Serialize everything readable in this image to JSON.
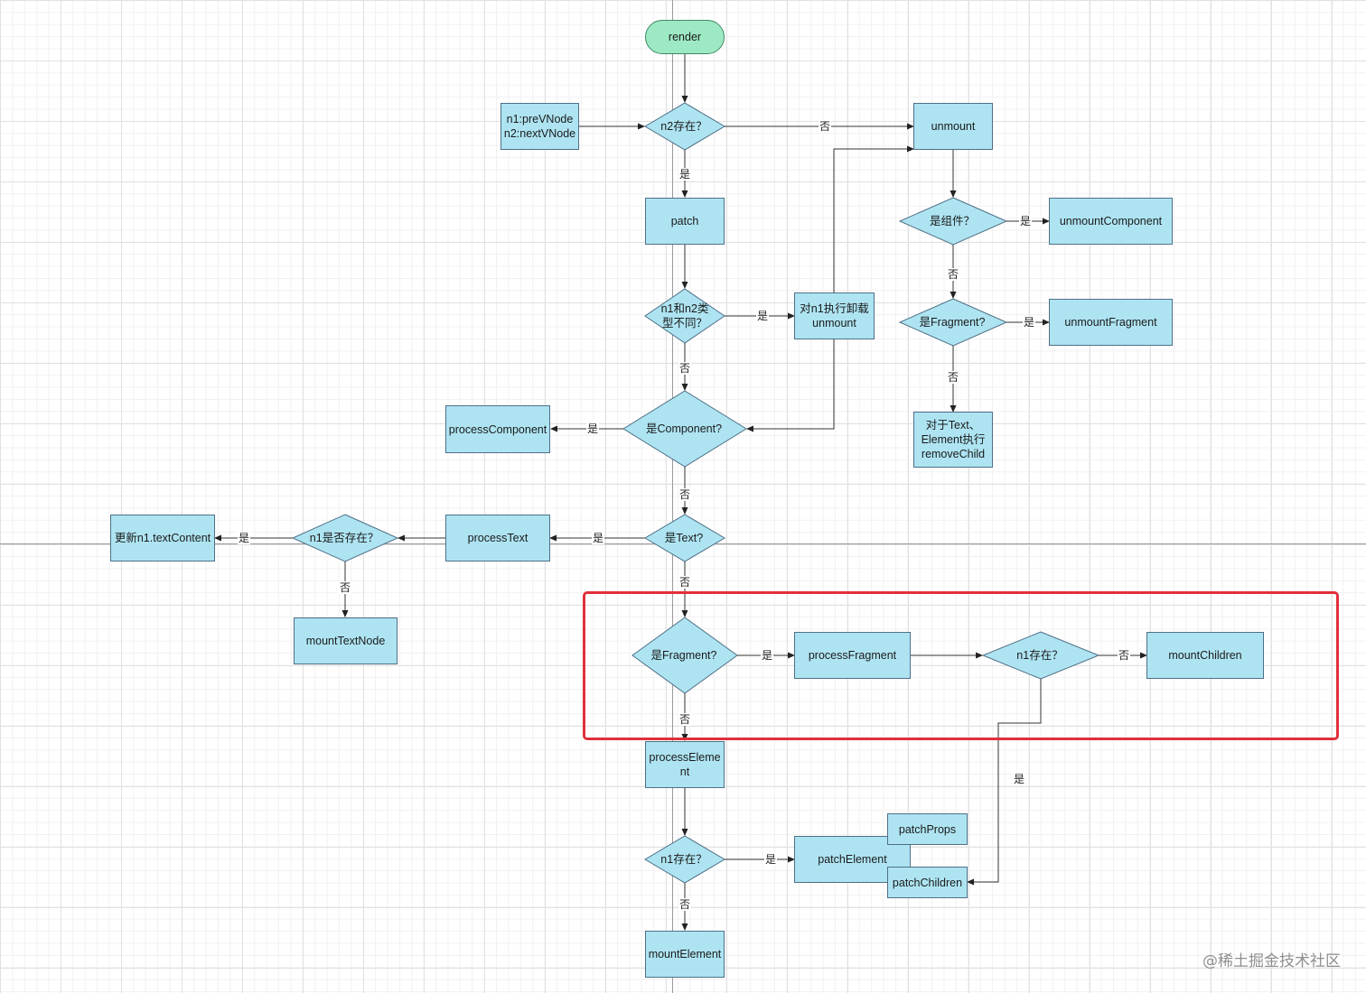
{
  "nodes": {
    "render": "render",
    "vnodes": "n1:preVNode\nn2:nextVNode",
    "n2_exists": "n2存在？",
    "patch": "patch",
    "unmount": "unmount",
    "is_component_unmount": "是组件？",
    "unmount_component": "unmountComponent",
    "is_fragment_unmount": "是Fragment?",
    "unmount_fragment": "unmountFragment",
    "remove_child": "对于Text、\nElement执行\nremoveChild",
    "type_diff": "n1和n2类\n型不同？",
    "unmount_n1": "对n1执行卸载\nunmount",
    "is_component": "是Component?",
    "process_component": "processComponent",
    "is_text": "是Text?",
    "process_text": "processText",
    "n1_exists_text": "n1是否存在？",
    "update_text": "更新n1.textContent",
    "mount_text_node": "mountTextNode",
    "is_fragment": "是Fragment?",
    "process_fragment": "processFragment",
    "n1_exists_fragment": "n1存在？",
    "mount_children": "mountChildren",
    "process_element": "processEleme\nnt",
    "n1_exists_element": "n1存在？",
    "patch_element": "patchElement",
    "patch_props": "patchProps",
    "patch_children": "patchChildren",
    "mount_element": "mountElement"
  },
  "edge_labels": {
    "yes": "是",
    "no": "否"
  },
  "watermark": "@稀土掘金技术社区",
  "colors": {
    "process_fill": "#aee4f2",
    "terminal_fill": "#9de9c4",
    "highlight_border": "#e0303c",
    "line": "#333333"
  }
}
